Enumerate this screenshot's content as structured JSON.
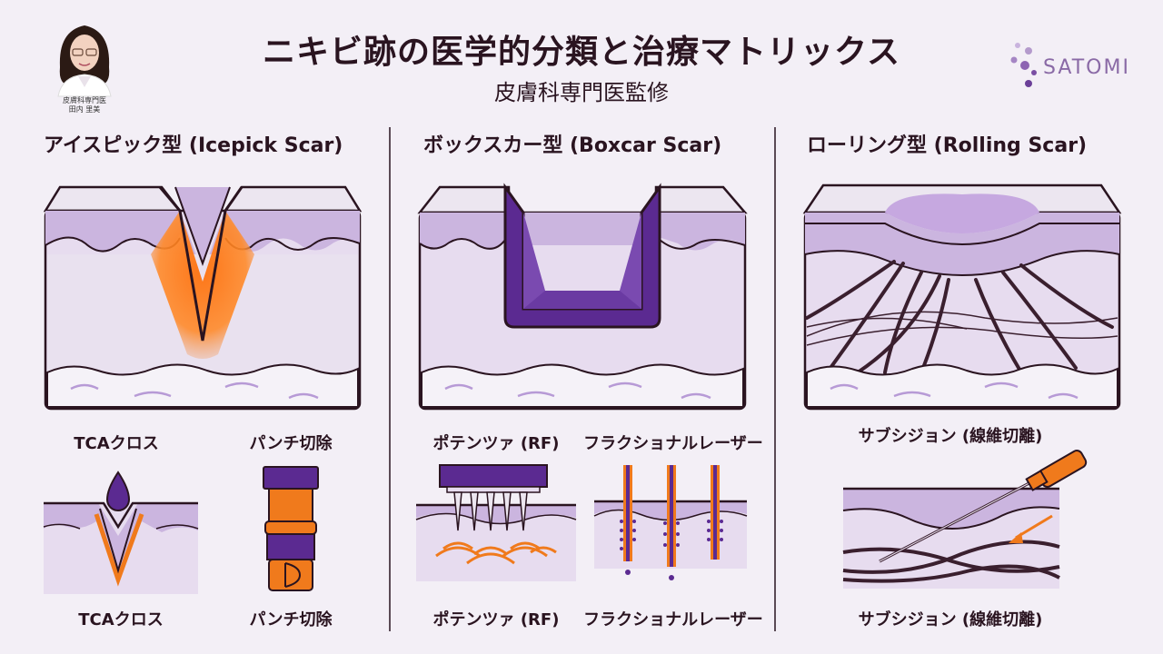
{
  "header": {
    "title": "ニキビ跡の医学的分類と治療マトリックス",
    "subtitle": "皮膚科専門医監修",
    "doctor_caption_line1": "皮膚科専門医",
    "doctor_caption_line2": "田内 里美",
    "logo_text": "SATOMI"
  },
  "sections": [
    {
      "title": "アイスピック型 (Icepick Scar)",
      "treatments_top": [
        "TCAクロス",
        "パンチ切除"
      ],
      "treatments_bottom": [
        "TCAクロス",
        "パンチ切除"
      ]
    },
    {
      "title": "ボックスカー型 (Boxcar Scar)",
      "treatments_top": [
        "ポテンツァ (RF)",
        "フラクショナルレーザー"
      ],
      "treatments_bottom": [
        "ポテンツァ (RF)",
        "フラクショナルレーザー"
      ]
    },
    {
      "title": "ローリング型 (Rolling Scar)",
      "treatments_top": [
        "サブシジョン (線維切離)"
      ],
      "treatments_bottom": [
        "サブシジョン (線維切離)"
      ]
    }
  ],
  "colors": {
    "purple": "#5b2a91",
    "lavender": "#c9b3de",
    "orange": "#f07a1c",
    "outline": "#2a1420",
    "fiber": "#3a1f2e"
  }
}
